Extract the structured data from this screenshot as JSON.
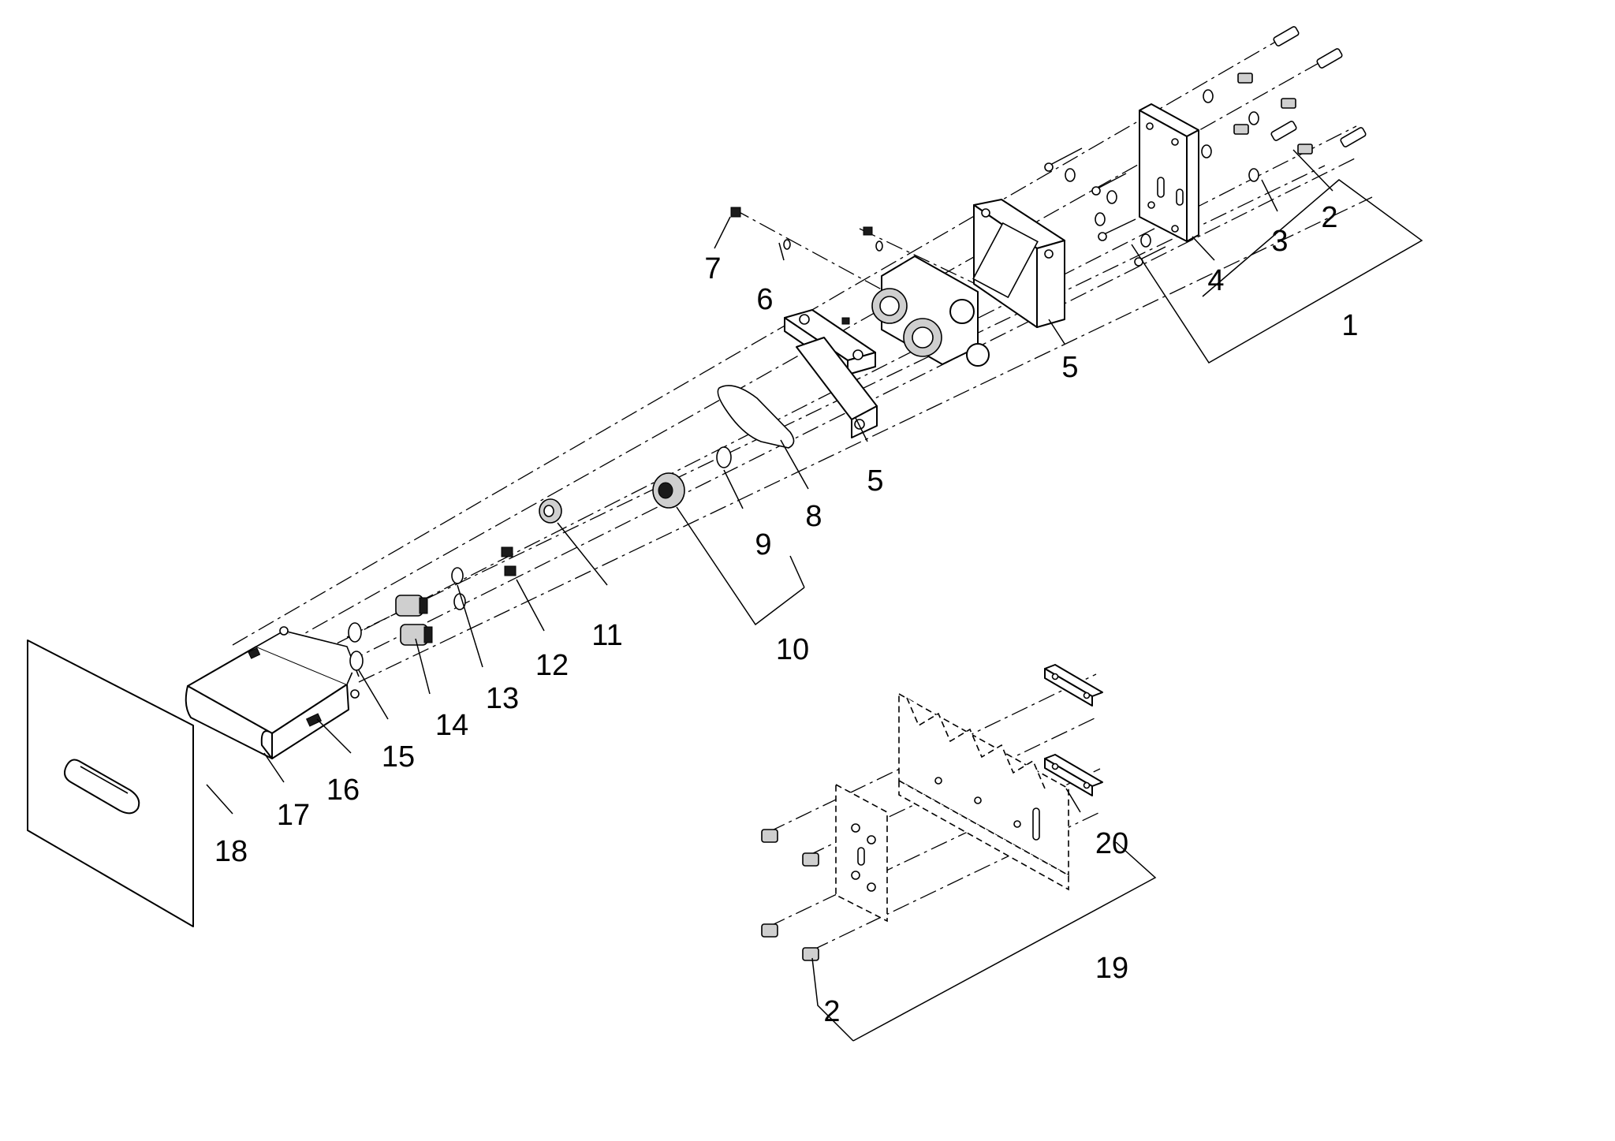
{
  "callouts": {
    "c1": "1",
    "c2": "2",
    "c3": "3",
    "c4": "4",
    "c5a": "5",
    "c5b": "5",
    "c6": "6",
    "c7": "7",
    "c8": "8",
    "c9": "9",
    "c10": "10",
    "c11": "11",
    "c12": "12",
    "c13": "13",
    "c14": "14",
    "c15": "15",
    "c16": "16",
    "c17": "17",
    "c18": "18",
    "c19": "19",
    "c20": "20",
    "c2b": "2"
  }
}
